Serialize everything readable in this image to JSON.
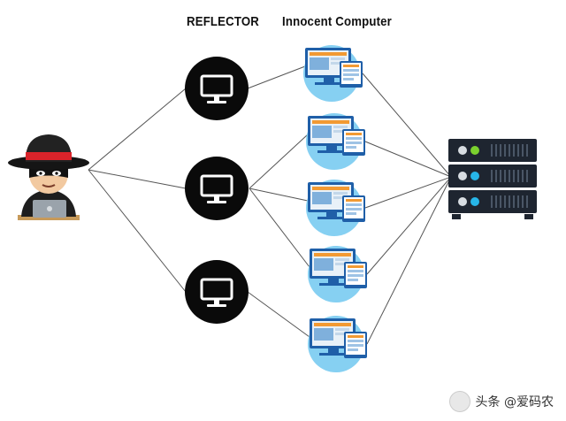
{
  "headings": {
    "reflector": "REFLECTOR",
    "innocent": "Innocent Computer"
  },
  "footer": {
    "text": "头条 @爱码农"
  },
  "colors": {
    "line": "#555555",
    "reflector_disc": "#0a0a0a",
    "monitor_blue": "#1f5fa8",
    "monitor_glow": "#86d0f2",
    "server_body": "#1e2530",
    "server_light_green": "#7bd12e",
    "server_light_blue": "#27b6e8",
    "hat_red": "#d9232a"
  },
  "nodes": {
    "attacker": {
      "icon": "hacker-icon"
    },
    "reflectors": [
      {
        "icon": "monitor-icon"
      },
      {
        "icon": "monitor-icon"
      },
      {
        "icon": "monitor-icon"
      }
    ],
    "innocents": [
      {
        "icon": "computer-icon"
      },
      {
        "icon": "computer-icon"
      },
      {
        "icon": "computer-icon"
      },
      {
        "icon": "computer-icon"
      },
      {
        "icon": "computer-icon"
      }
    ],
    "target": {
      "icon": "server-icon"
    }
  }
}
